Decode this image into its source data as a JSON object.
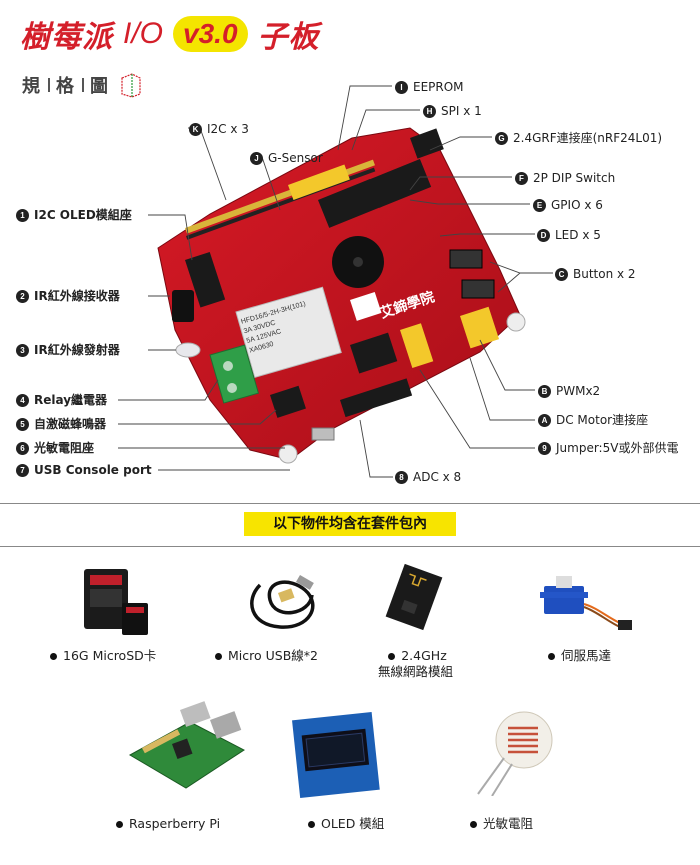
{
  "title": {
    "cjk": "樹莓派",
    "io": "I/O",
    "version": "v3.0",
    "suffix": "子板"
  },
  "spec_heading": [
    "規",
    "格",
    "圖"
  ],
  "board": {
    "relay_text": [
      "HFD16/5-2H-3H(101)",
      "3A 30VDC",
      "5A 125VAC",
      "XA0630"
    ]
  },
  "callouts_right": [
    {
      "badge": "I",
      "text": "EEPROM"
    },
    {
      "badge": "H",
      "text": "SPI x 1"
    },
    {
      "badge": "G",
      "text": "2.4GRF連接座(nRF24L01)"
    },
    {
      "badge": "F",
      "text": "2P DIP Switch"
    },
    {
      "badge": "E",
      "text": "GPIO x 6"
    },
    {
      "badge": "D",
      "text": "LED x 5"
    },
    {
      "badge": "C",
      "text": "Button x 2"
    },
    {
      "badge": "B",
      "text": "PWMx2"
    },
    {
      "badge": "A",
      "text": "DC Motor連接座"
    },
    {
      "badge": "9",
      "text": "Jumper:5V或外部供電"
    },
    {
      "badge": "8",
      "text": "ADC x 8"
    }
  ],
  "callouts_top": [
    {
      "badge": "K",
      "text": "I2C x 3"
    },
    {
      "badge": "J",
      "text": "G-Sensor"
    }
  ],
  "callouts_left": [
    {
      "badge": "1",
      "text": "I2C OLED模組座"
    },
    {
      "badge": "2",
      "text": "IR紅外線接收器"
    },
    {
      "badge": "3",
      "text": "IR紅外線發射器"
    },
    {
      "badge": "4",
      "text": "Relay繼電器"
    },
    {
      "badge": "5",
      "text": "自激磁蜂鳴器"
    },
    {
      "badge": "6",
      "text": "光敏電阻座"
    },
    {
      "badge": "7",
      "text": "USB Console port"
    }
  ],
  "kit": {
    "heading": "以下物件均含在套件包內",
    "items": [
      {
        "label": "16G MicroSD卡",
        "icon": "microsd-card-icon"
      },
      {
        "label": "Micro USB線*2",
        "icon": "usb-cable-icon"
      },
      {
        "label": "2.4GHz",
        "label2": "無線網路模組",
        "icon": "wireless-module-icon"
      },
      {
        "label": "伺服馬達",
        "icon": "servo-motor-icon"
      },
      {
        "label": "Rasperberry Pi",
        "icon": "raspberry-pi-icon"
      },
      {
        "label": "OLED 模組",
        "icon": "oled-module-icon"
      },
      {
        "label": "光敏電阻",
        "icon": "photoresistor-icon"
      }
    ]
  },
  "colors": {
    "brand": "#d41f2a",
    "highlight": "#f7e400",
    "board": "#c8121e"
  }
}
